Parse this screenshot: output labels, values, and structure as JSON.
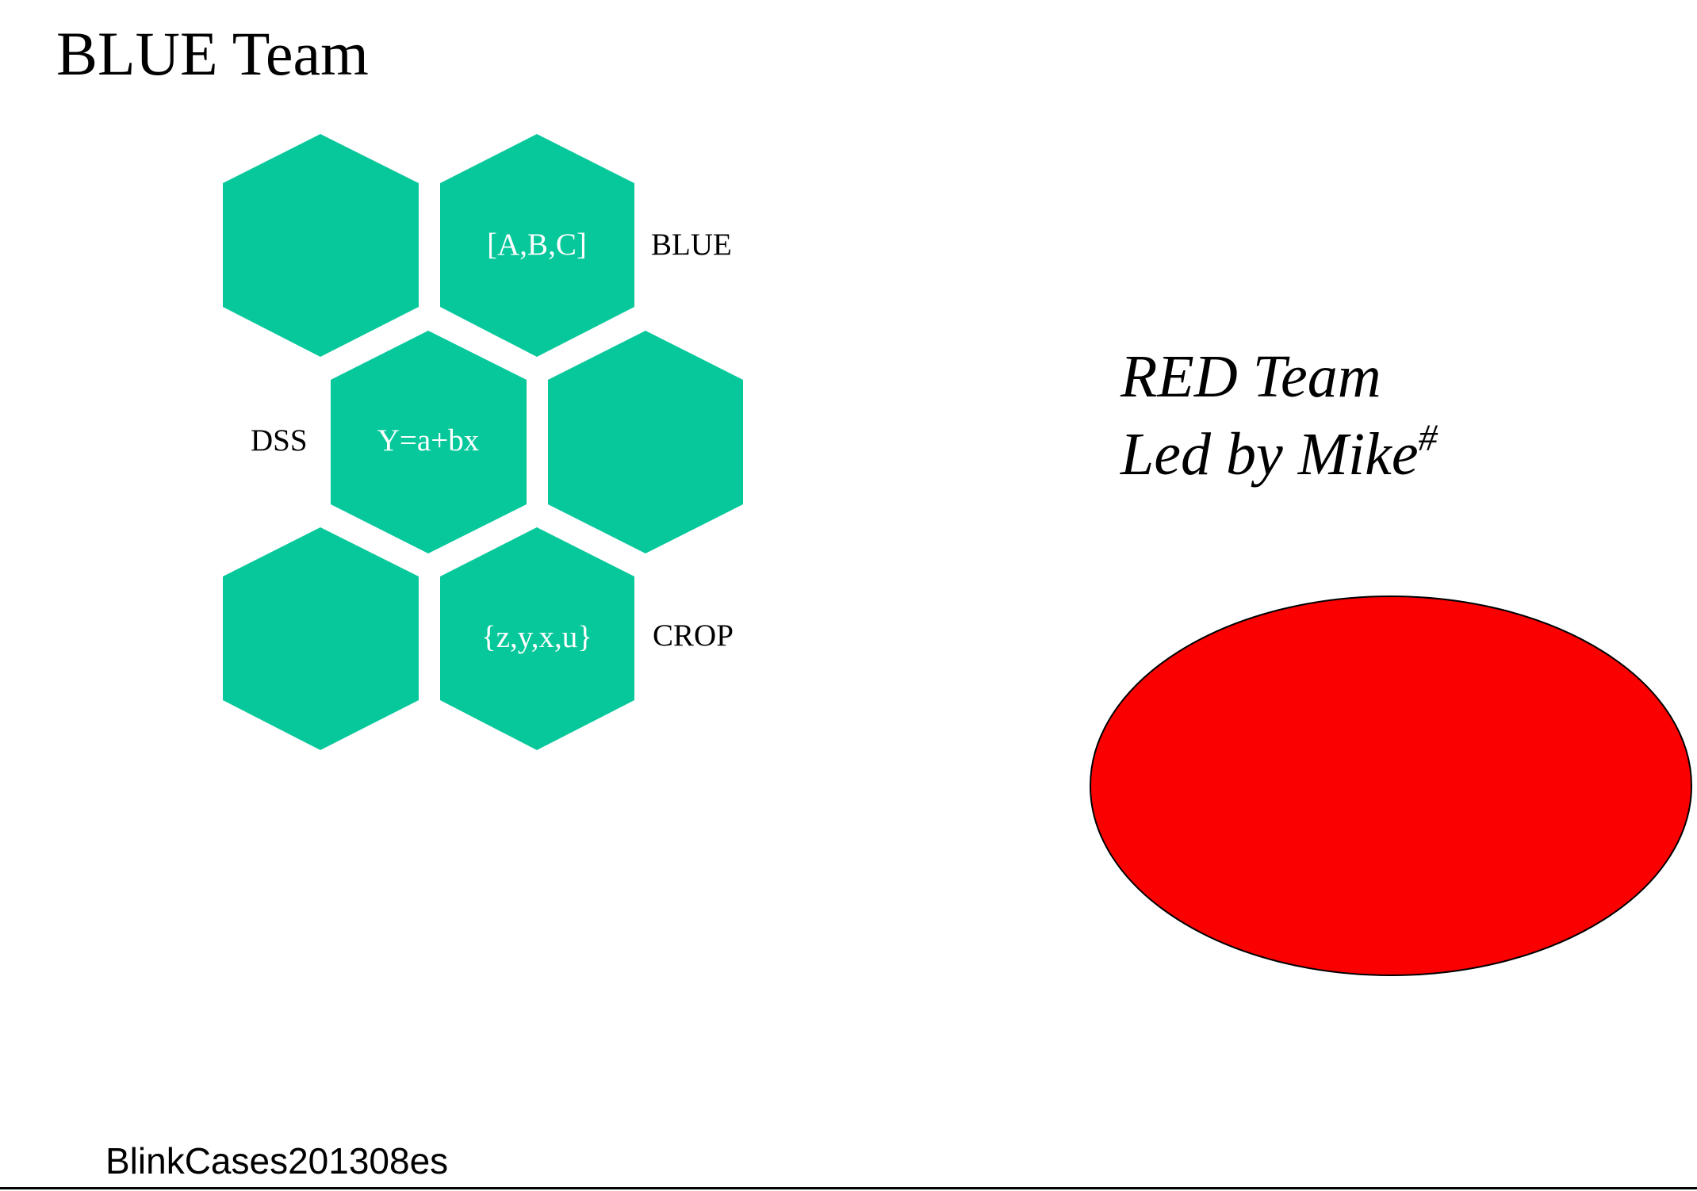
{
  "slide": {
    "title": "BLUE Team",
    "footer": "BlinkCases201308es"
  },
  "hex_grid": {
    "color": "#06c89b",
    "label_color": "#ffffff",
    "cells": [
      {
        "id": "top-left",
        "label": ""
      },
      {
        "id": "top-right",
        "label": "[A,B,C]"
      },
      {
        "id": "middle-left",
        "label": "Y=a+bx"
      },
      {
        "id": "middle-right",
        "label": ""
      },
      {
        "id": "bottom-left",
        "label": ""
      },
      {
        "id": "bottom-right",
        "label": "{z,y,x,u}"
      }
    ],
    "side_labels": {
      "blue": "BLUE",
      "dss": "DSS",
      "crop": "CROP"
    }
  },
  "red_team": {
    "line1": "RED Team",
    "line2": "Led by Mike",
    "line2_superscript": "#",
    "ellipse_fill": "#fb0000",
    "ellipse_stroke": "#000000"
  }
}
